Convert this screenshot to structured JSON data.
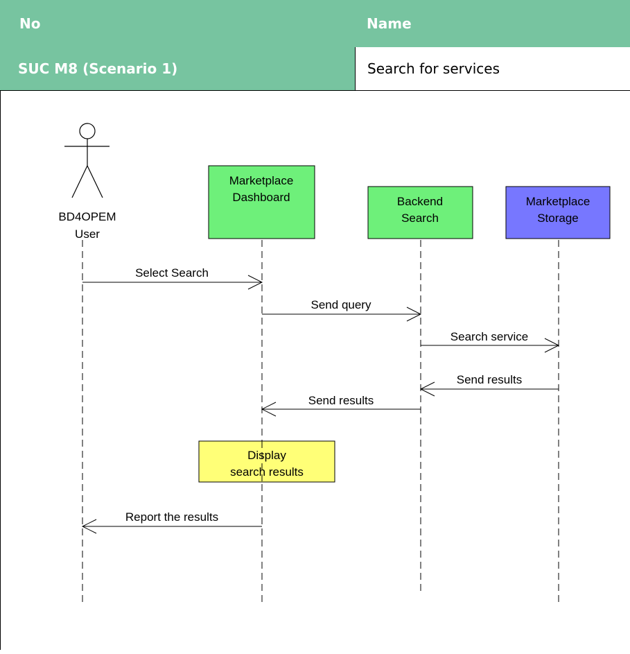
{
  "table": {
    "header": {
      "col_no": "No",
      "col_name": "Name"
    },
    "row": {
      "no": "SUC M8 (Scenario 1)",
      "name": "Search for services"
    }
  },
  "diagram": {
    "actor": {
      "label_line1": "BD4OPEM",
      "label_line2": "User"
    },
    "lifelines": [
      {
        "line1": "Marketplace",
        "line2": "Dashboard",
        "color": "#6ef07a"
      },
      {
        "line1": "Backend",
        "line2": "Search",
        "color": "#6ef07a"
      },
      {
        "line1": "Marketplace",
        "line2": "Storage",
        "color": "#7777ff"
      }
    ],
    "messages": [
      "Select Search",
      "Send query",
      "Search service",
      "Send results",
      "Send results",
      "Report the results"
    ],
    "note": {
      "line1": "Display",
      "line2": "search results",
      "color": "#ffff77"
    }
  }
}
